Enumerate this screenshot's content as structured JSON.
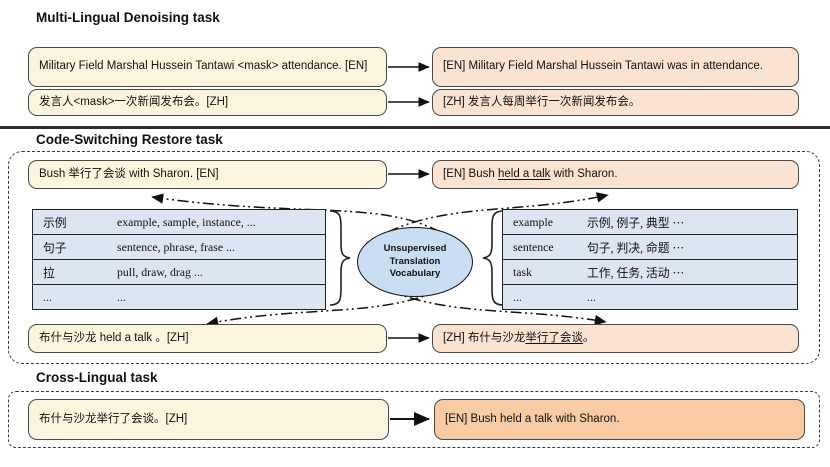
{
  "colors": {
    "source_box": "#fcf5dd",
    "target_box_light": "#fbe3d2",
    "target_box_strong": "#f9cba3",
    "table_fill": "#dce6f2",
    "ellipse_fill": "#c9def2",
    "separator": "#2e2e2e"
  },
  "sections": {
    "denoising": {
      "title": "Multi-Lingual Denoising task",
      "input_en": "Military Field Marshal Hussein Tantawi <mask> attendance. [EN]",
      "input_zh": "发言人<mask>一次新闻发布会。[ZH]",
      "output_en": "[EN] Military Field Marshal Hussein Tantawi was in attendance.",
      "output_zh": "[ZH] 发言人每周举行一次新闻发布会。"
    },
    "code_switching": {
      "title": "Code-Switching Restore task",
      "input_en": "Bush 举行了会谈  with Sharon. [EN]",
      "output_en": {
        "prefix": "[EN] Bush ",
        "underlined": "held a talk",
        "suffix": " with Sharon."
      },
      "input_zh": "布什与沙龙  held a talk 。[ZH]",
      "output_zh": {
        "prefix": "[ZH] 布什与沙龙",
        "underlined": "举行了会谈",
        "suffix": "。"
      },
      "vocab_lines": [
        "Unsupervised",
        "Translation",
        "Vocabulary"
      ],
      "left_table": {
        "rows": [
          {
            "term": "示例",
            "translations": "example, sample, instance, ..."
          },
          {
            "term": "句子",
            "translations": "sentence, phrase, frase ..."
          },
          {
            "term": "拉",
            "translations": "pull, draw, drag ..."
          },
          {
            "term": "...",
            "translations": "..."
          }
        ]
      },
      "right_table": {
        "rows": [
          {
            "term": "example",
            "translations": "示例, 例子, 典型 ⋯"
          },
          {
            "term": "sentence",
            "translations": "句子, 判决, 命题 ⋯"
          },
          {
            "term": "task",
            "translations": "工作, 任务, 活动 ⋯"
          },
          {
            "term": "...",
            "translations": "..."
          }
        ]
      }
    },
    "cross_lingual": {
      "title": "Cross-Lingual task",
      "input_zh": "布什与沙龙举行了会谈。[ZH]",
      "output_en": "[EN] Bush held a talk with Sharon."
    }
  }
}
